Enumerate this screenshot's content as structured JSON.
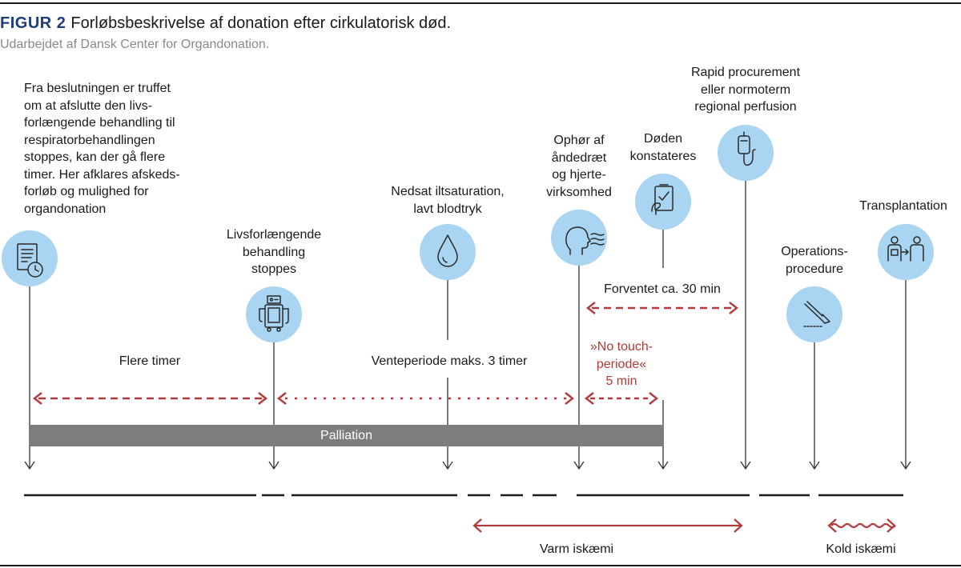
{
  "figure": {
    "label": "FIGUR 2",
    "title": "Forløbsbeskrivelse af donation efter cirkulatorisk død.",
    "subtitle": "Udarbejdet af Dansk Center for Organdonation."
  },
  "steps": [
    {
      "text": "Fra beslutningen er truffet\nom at afslutte den livs-\nforlængende behandling til\nrespiratorbehandlingen\nstoppes, kan der gå flere\ntimer. Her afklares afskeds-\nforløb og mulighed for\norgandonation",
      "icon": "document-clock-icon"
    },
    {
      "text": "Livsforlængende\nbehandling\nstoppes",
      "icon": "ventilator-machine-icon"
    },
    {
      "text": "Nedsat iltsaturation,\nlavt blodtryk",
      "icon": "blood-drop-icon"
    },
    {
      "text": "Ophør af\nåndedræt\nog hjerte-\nvirksomhed",
      "icon": "breathing-head-icon"
    },
    {
      "text": "Døden\nkonstateres",
      "icon": "clipboard-check-icon"
    },
    {
      "text": "Rapid procurement\neller normoterm\nregional perfusion",
      "icon": "iv-drip-icon"
    },
    {
      "text": "Operations-\nprocedure",
      "icon": "scalpel-icon"
    },
    {
      "text": "Transplantation",
      "icon": "organ-transfer-icon"
    }
  ],
  "intervals": {
    "flere_timer": "Flere timer",
    "venteperiode": "Venteperiode maks. 3 timer",
    "forventet": "Forventet ca. 30 min",
    "no_touch": "»No touch-\nperiode«\n5 min"
  },
  "bars": {
    "palliation": "Palliation",
    "varm_iskaemi": "Varm iskæmi",
    "kold_iskaemi": "Kold iskæmi"
  },
  "colors": {
    "title_blue": "#1f3d7a",
    "icon_circle": "#a9d5f2",
    "arrow_red": "#b23a3a",
    "palliation_gray": "#7d7d7d",
    "subtitle_gray": "#8a8a8a"
  }
}
